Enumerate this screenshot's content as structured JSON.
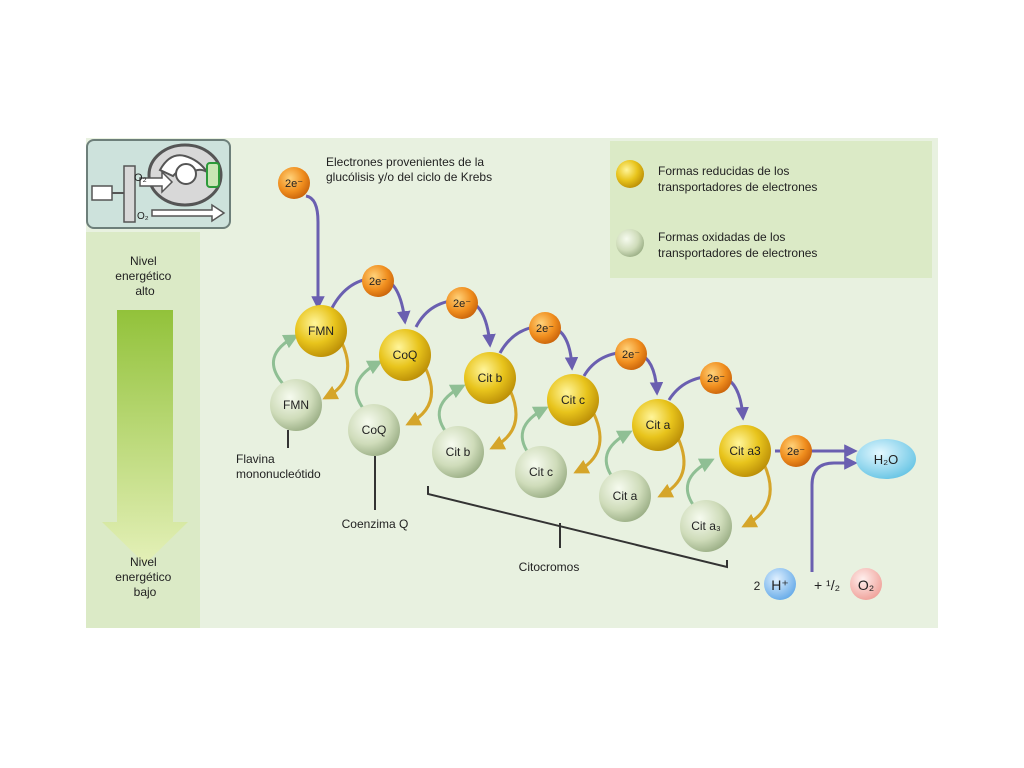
{
  "intro_text": [
    "Electrones provenientes de la",
    "glucólisis y/o del ciclo de Krebs"
  ],
  "electron_label": "2e⁻",
  "legend": {
    "reduced": [
      "Formas reducidas de los",
      "transportadores de electrones"
    ],
    "oxidized": [
      "Formas oxidadas de los",
      "transportadores de electrones"
    ]
  },
  "energy": {
    "high": [
      "Nivel",
      "energético",
      "alto"
    ],
    "low": [
      "Nivel",
      "energético",
      "bajo"
    ]
  },
  "carriers": [
    {
      "reduced": "FMN",
      "oxidized": "FMN"
    },
    {
      "reduced": "CoQ",
      "oxidized": "CoQ"
    },
    {
      "reduced": "Cit b",
      "oxidized": "Cit b"
    },
    {
      "reduced": "Cit c",
      "oxidized": "Cit c"
    },
    {
      "reduced": "Cit a",
      "oxidized": "Cit a"
    },
    {
      "reduced": "Cit a3",
      "oxidized": "Cit a₃"
    }
  ],
  "callouts": {
    "fmn": [
      "Flavina",
      "mononucleótido"
    ],
    "coq": "Coenzima Q",
    "cyt": "Citocromos"
  },
  "products": {
    "water": "H₂O",
    "coef_h": "2",
    "proton": "H⁺",
    "half": "+ ¹/₂",
    "oxygen": "O₂"
  },
  "thumb": {
    "o2": "O₂"
  },
  "colors": {
    "panel": "#e8f1e0",
    "reduced": "#e2b80e",
    "oxidized": "#c2d2ac",
    "electron": "#ee8a1c",
    "arrow_purple": "#6a5fb0",
    "arrow_green": "#8fbf94",
    "arrow_gold": "#d5a52a",
    "water": "#7fd0e8",
    "proton": "#74b4ec",
    "oxygen": "#f1aaa2"
  }
}
